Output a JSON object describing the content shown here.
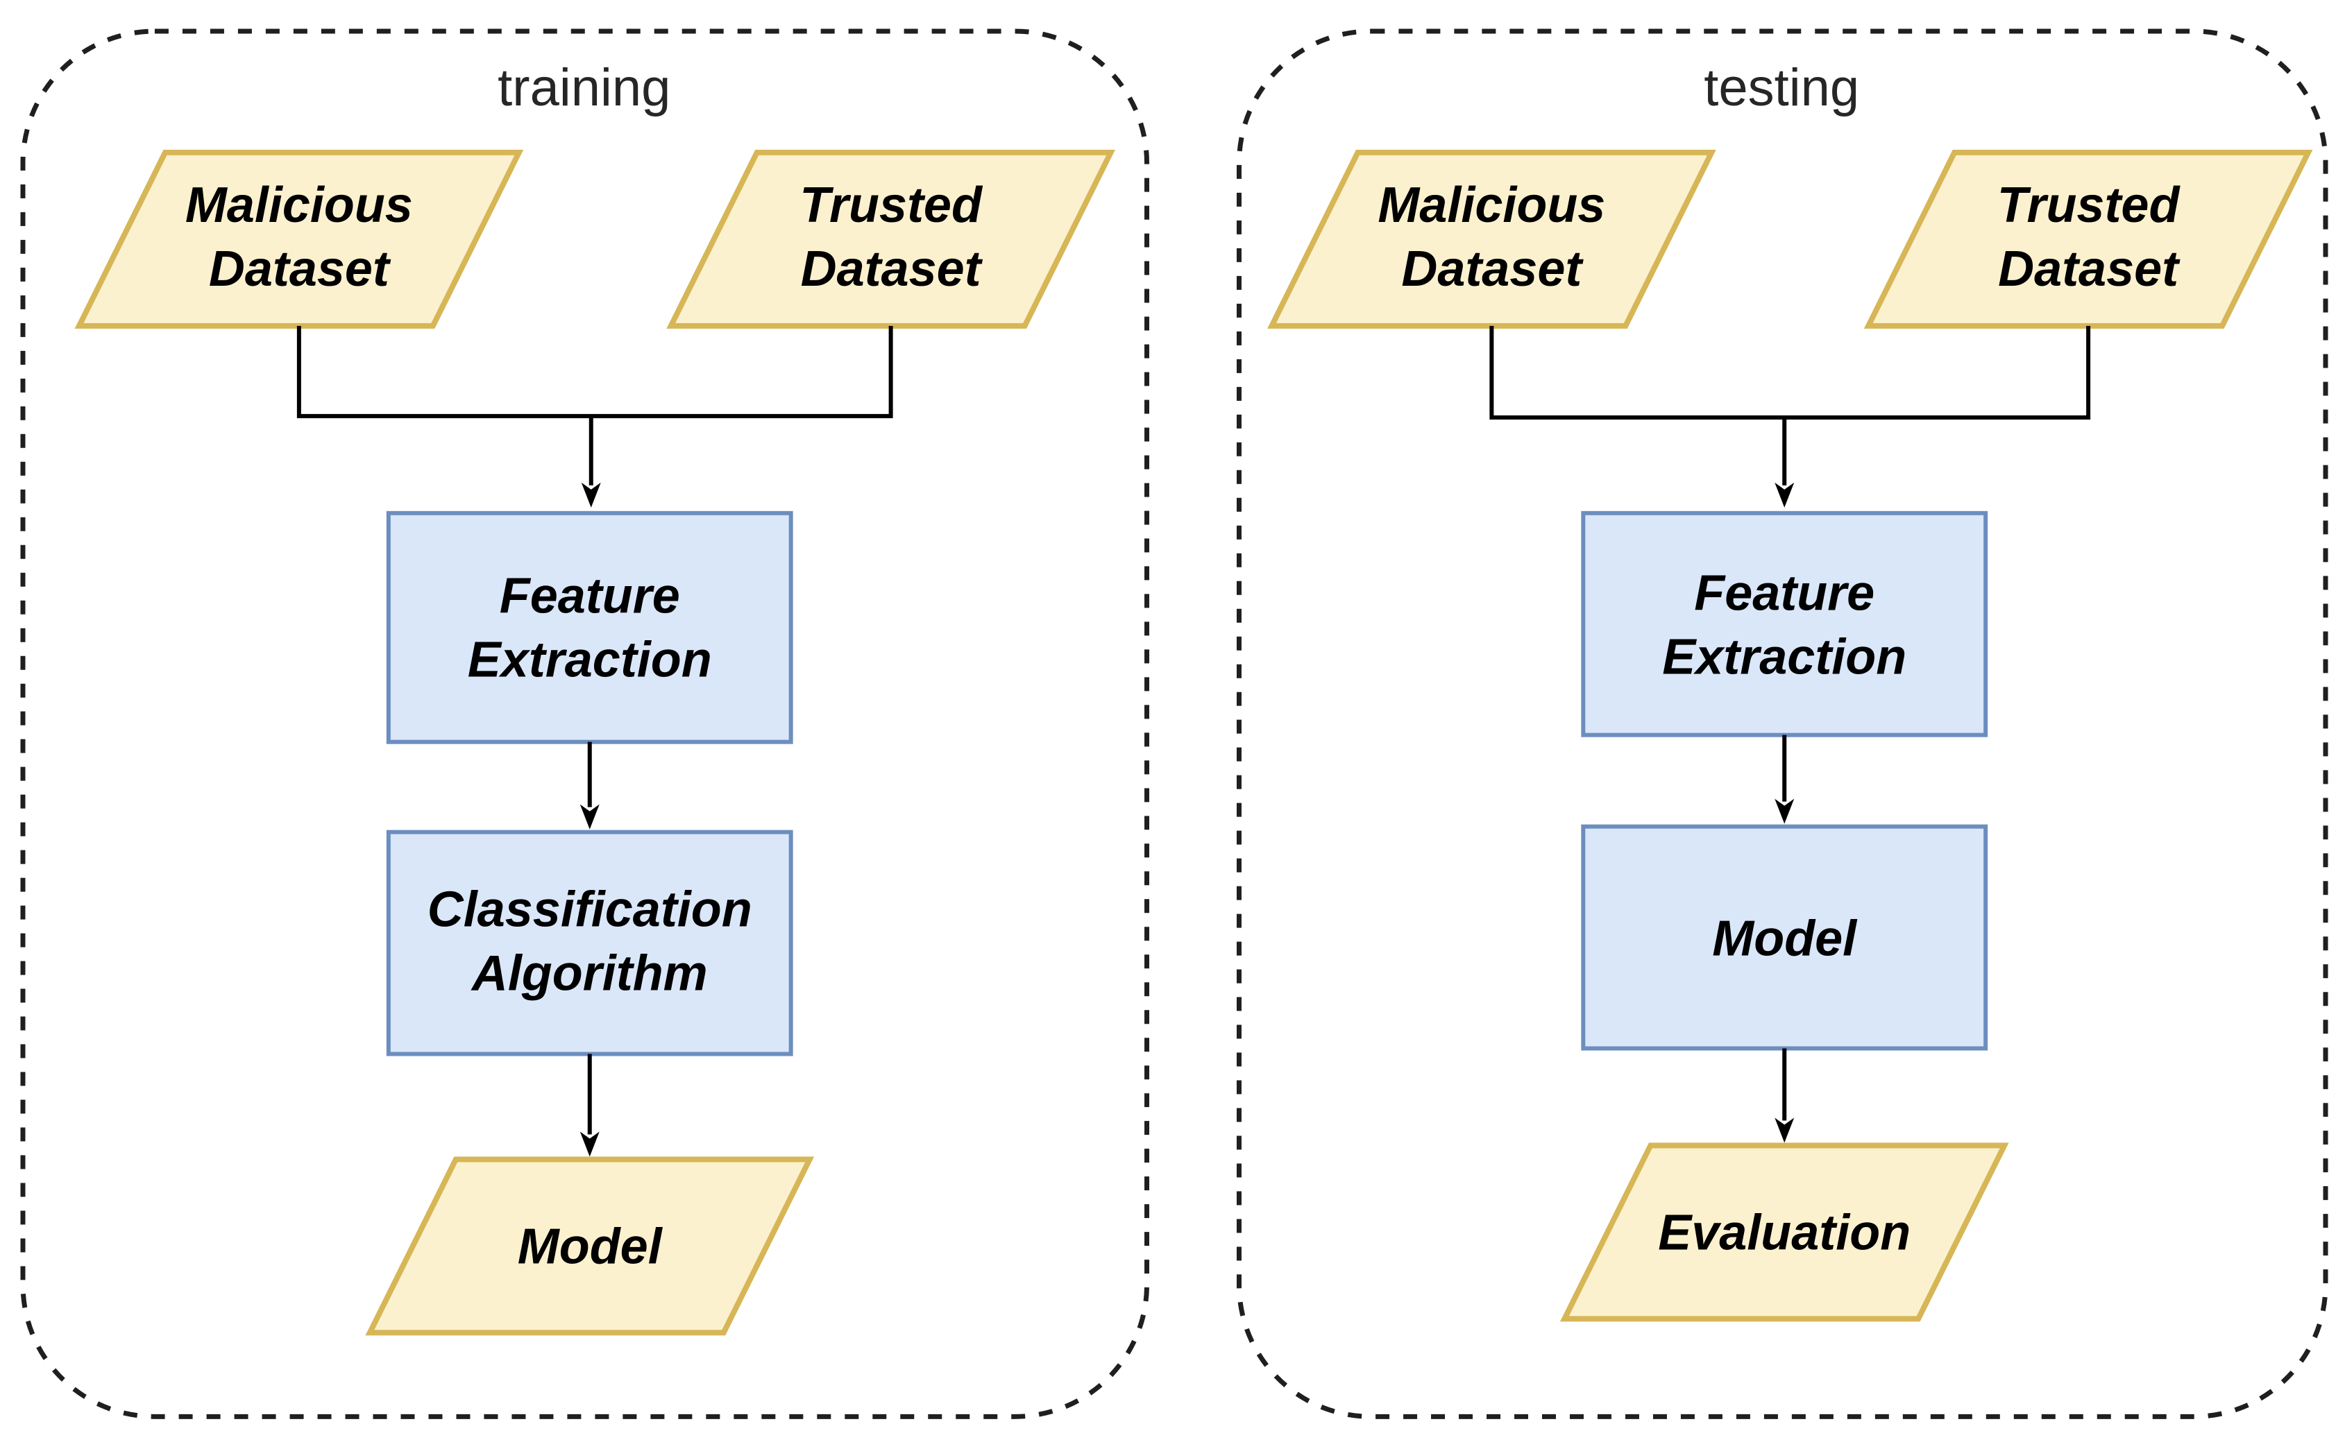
{
  "diagram": {
    "type": "flowchart",
    "colors": {
      "dataset_fill": "#fcf1cf",
      "dataset_stroke": "#d6b656",
      "process_fill": "#dae7f9",
      "process_stroke": "#6c8ebf",
      "connector": "#000000",
      "panel_border": "#1f1f1f",
      "title_color": "#262626",
      "label_color": "#000000"
    },
    "panels": [
      {
        "title": "training",
        "nodes": [
          {
            "id": "malicious-dataset",
            "shape": "parallelogram",
            "line1": "Malicious",
            "line2": "Dataset"
          },
          {
            "id": "trusted-dataset",
            "shape": "parallelogram",
            "line1": "Trusted",
            "line2": "Dataset"
          },
          {
            "id": "feature-extraction",
            "shape": "rectangle",
            "line1": "Feature",
            "line2": "Extraction"
          },
          {
            "id": "classification-algorithm",
            "shape": "rectangle",
            "line1": "Classification",
            "line2": "Algorithm"
          },
          {
            "id": "model",
            "shape": "parallelogram",
            "line1": "Model"
          }
        ],
        "edges": [
          {
            "from": "malicious-dataset",
            "to": "feature-extraction"
          },
          {
            "from": "trusted-dataset",
            "to": "feature-extraction"
          },
          {
            "from": "feature-extraction",
            "to": "classification-algorithm"
          },
          {
            "from": "classification-algorithm",
            "to": "model"
          }
        ]
      },
      {
        "title": "testing",
        "nodes": [
          {
            "id": "malicious-dataset",
            "shape": "parallelogram",
            "line1": "Malicious",
            "line2": "Dataset"
          },
          {
            "id": "trusted-dataset",
            "shape": "parallelogram",
            "line1": "Trusted",
            "line2": "Dataset"
          },
          {
            "id": "feature-extraction",
            "shape": "rectangle",
            "line1": "Feature",
            "line2": "Extraction"
          },
          {
            "id": "model",
            "shape": "rectangle",
            "line1": "Model"
          },
          {
            "id": "evaluation",
            "shape": "parallelogram",
            "line1": "Evaluation"
          }
        ],
        "edges": [
          {
            "from": "malicious-dataset",
            "to": "feature-extraction"
          },
          {
            "from": "trusted-dataset",
            "to": "feature-extraction"
          },
          {
            "from": "feature-extraction",
            "to": "model"
          },
          {
            "from": "model",
            "to": "evaluation"
          }
        ]
      }
    ]
  }
}
